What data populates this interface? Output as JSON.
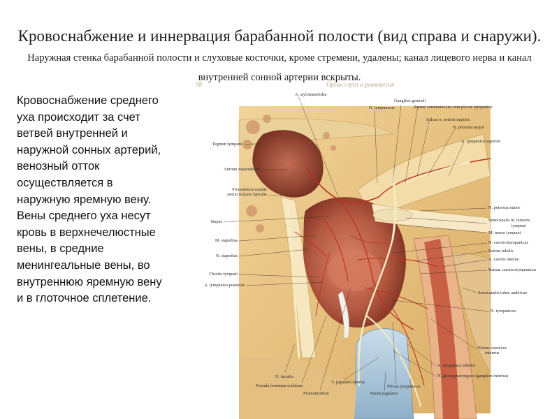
{
  "slide": {
    "title_main": "Кровоснабжение и иннервация барабанной полости (вид справа и снаружи).",
    "title_sub": "Наружная стенка барабанной полости и слуховые косточки, кроме стремени, удалены; канал лицевого нерва и канал внутренней сонной артерии вскрыты.",
    "paragraph_1": "Кровоснабжение среднего уха происходит за счет ветвей внутренней и наружной сонных артерий, венозный отток осуществляется в наружную яремную вену.",
    "paragraph_2": "Вены среднего уха несут кровь в верхнечелюстные вены, в средние менингеальные вены, во внутреннюю яремную вену и в глоточное сплетение."
  },
  "figure": {
    "header_left": "98",
    "header_center": "Орган слуха и равновесия",
    "labels": {
      "a_stylomastoidea": "A. stylomastoidea",
      "ganglion_geniculi": "Ganglion geniculi",
      "n_tympanicus_top": "N. tympanicus",
      "ramus_communicans": "Ramus communicans cum plexus tympanico",
      "sulcus_n_petrosi": "Sulcus n. petrosi majoris",
      "n_petrosus_major": "N. petrosus major",
      "a_tympanica_superior": "A. tympanica superior",
      "tegmen_tympani": "Tegmen tympani",
      "antrum_mastoideum": "Antrum mastoideum",
      "prominentia_canalis": "Prominentia canalis",
      "semicircularis_lateralis": "semicircularis lateralis",
      "stapes": "Stapes",
      "m_stapedius": "M. stapedius",
      "n_stapedius": "N. stapedius",
      "chorda_tympani": "Chorda tympani",
      "a_tympanica_posterior": "A. tympanica posterior",
      "n_petrosus_minor": "N. petrosus minor",
      "semicanalis_m_tensoris": "Semicanalis m. tensoris",
      "tympani": "tympani",
      "m_tensor_tympani": "M. tensor tympani",
      "n_caroticotympanicus": "N. caroticotympanicus",
      "ramus_tubalis": "Ramus tubalis",
      "a_carotis_interna": "A. carotis interna",
      "ramus_caroticotympanicus": "Ramus caroticotympanicus",
      "semicanalis_tubae": "Semicanalis tubae auditivae",
      "n_tympanicus_right": "N. tympanicus",
      "plexus_caroticus": "Plexus caroticus",
      "internus": "internus",
      "a_tympanica_inferior": "A. tympanica inferior",
      "n_glossopharyngeus": "N. glossopharyngeus (ganglion inferius)",
      "n_facialis": "N. facialis",
      "fossula_fenestrae": "Fossula fenestrae cochleae",
      "promontorium": "Promontorium",
      "v_jugularis_interna": "V. jugularis interna",
      "paries_jugularis": "Paries jugularis",
      "plexus_tympanicus": "Plexus tympanicus"
    }
  },
  "colors": {
    "bone": "#e8c98a",
    "bone_light": "#f3dca8",
    "cavity_dark": "#8a3a2a",
    "vessel": "#c0392b",
    "nerve": "#f2e6b8",
    "vein": "#a9c6dc",
    "title_text": "#1e1e1e"
  }
}
